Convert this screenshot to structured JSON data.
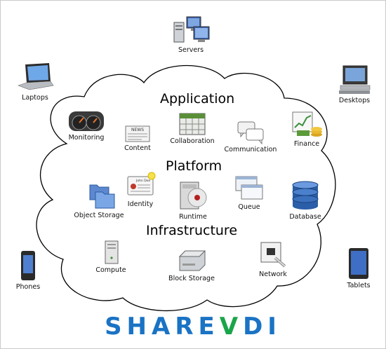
{
  "layers": {
    "application": "Application",
    "platform": "Platform",
    "infrastructure": "Infrastructure"
  },
  "devices": {
    "servers": "Servers",
    "laptops": "Laptops",
    "desktops": "Desktops",
    "phones": "Phones",
    "tablets": "Tablets"
  },
  "application_items": {
    "monitoring": "Monitoring",
    "content": "Content",
    "collaboration": "Collaboration",
    "communication": "Communication",
    "finance": "Finance"
  },
  "platform_items": {
    "object_storage": "Object Storage",
    "identity": "Identity",
    "runtime": "Runtime",
    "queue": "Queue",
    "database": "Database"
  },
  "infrastructure_items": {
    "compute": "Compute",
    "block_storage": "Block Storage",
    "network": "Network"
  },
  "logo": {
    "text_blue": "SHARE",
    "text_green": "V",
    "text_blue2": "DI",
    "color_blue": "#1a73c4",
    "color_green": "#1aa54a"
  },
  "icon_text": {
    "news": "NEWS",
    "john_doe": "John Doe"
  }
}
